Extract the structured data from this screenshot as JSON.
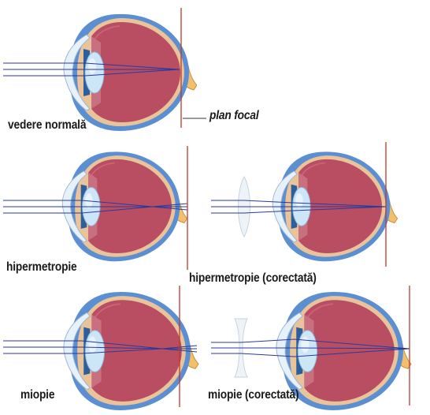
{
  "labels": {
    "normal": "vedere normală",
    "focal_plane": "plan focal",
    "hyperopia": "hipermetropie",
    "hyperopia_corrected": "hipermetropie (corectată)",
    "myopia": "miopie",
    "myopia_corrected": "miopie (corectată)"
  },
  "colors": {
    "sclera": "#5b8fd1",
    "choroid": "#e9c39a",
    "retina_interior": "#b94d62",
    "cornea": "#e6f1fb",
    "iris": "#2f5f9a",
    "lens": "#cde6f7",
    "nerve": "#f1c06c",
    "rays": "#2b3a99",
    "focal_line": "#c0392b"
  },
  "panels": [
    {
      "id": "normal",
      "lens_type": "none",
      "focus": "on-retina"
    },
    {
      "id": "hyperopia",
      "lens_type": "none",
      "focus": "behind-retina"
    },
    {
      "id": "hyperopia-corrected",
      "lens_type": "convex",
      "focus": "on-retina"
    },
    {
      "id": "myopia",
      "lens_type": "none",
      "focus": "in-front-of-retina"
    },
    {
      "id": "myopia-corrected",
      "lens_type": "concave",
      "focus": "on-retina"
    }
  ]
}
